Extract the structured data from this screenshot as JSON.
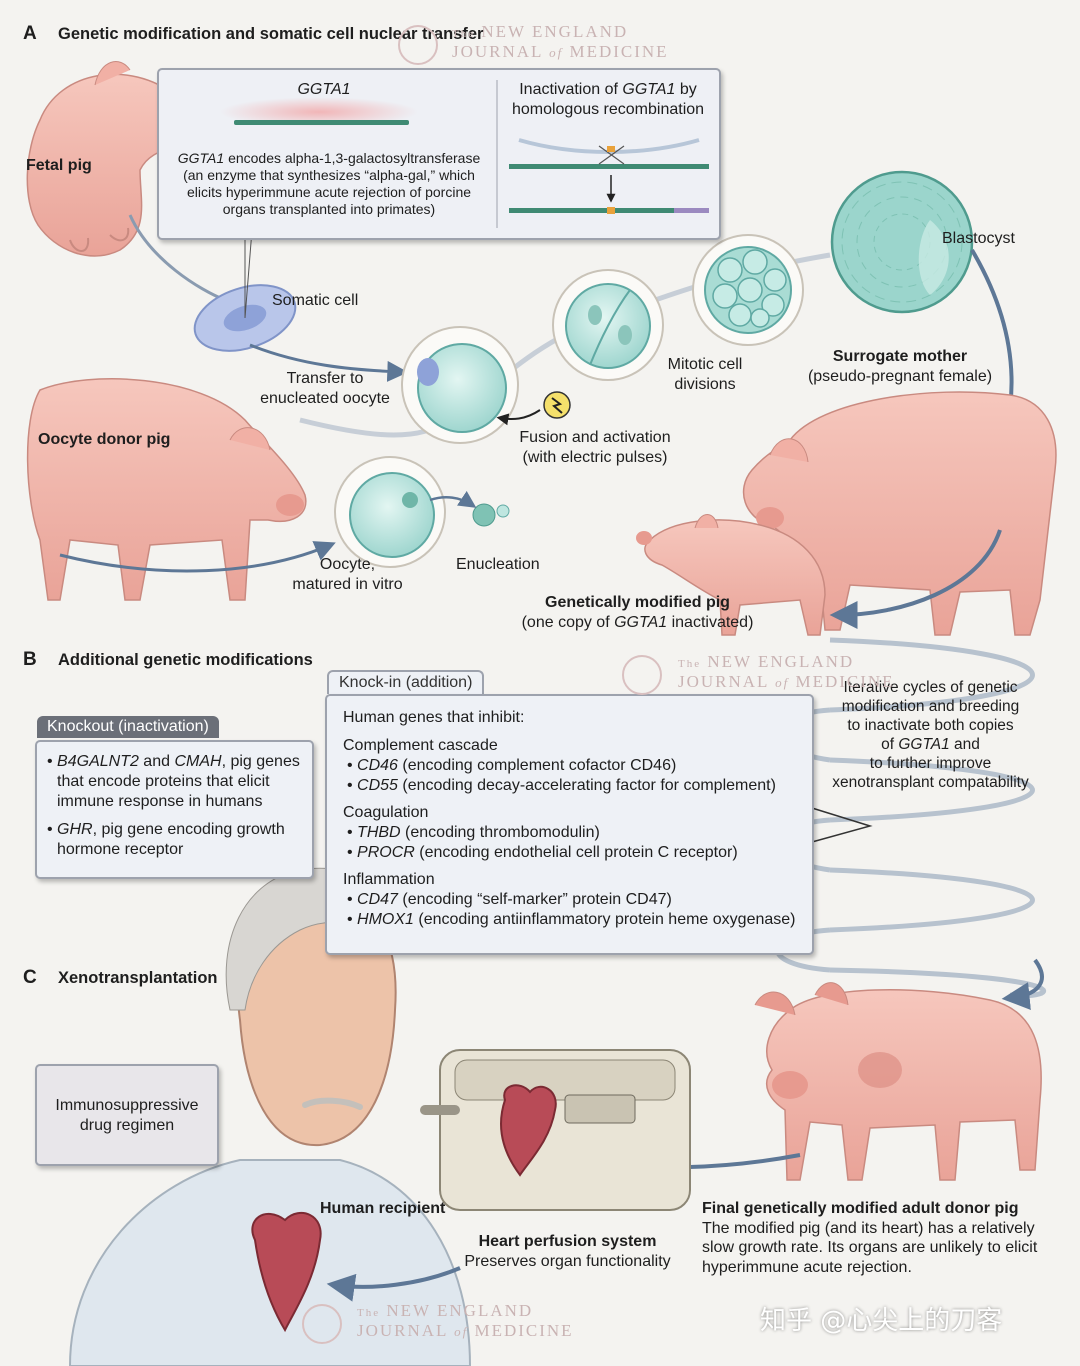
{
  "sections": {
    "a": {
      "letter": "A",
      "title": "Genetic modification and somatic cell nuclear transfer"
    },
    "b": {
      "letter": "B",
      "title": "Additional genetic modifications"
    },
    "c": {
      "letter": "C",
      "title": "Xenotransplantation"
    }
  },
  "panel_a": {
    "gene": "GGTA1",
    "desc_gene": "GGTA1",
    "desc_rest": " encodes alpha-1,3-galactosyltransferase",
    "desc_lines": [
      "(an enzyme that synthesizes “alpha-gal,” which",
      "elicits hyperimmune acute rejection of porcine",
      "organs transplanted into primates)"
    ],
    "inact_1a": "Inactivation of ",
    "inact_1b": "GGTA1",
    "inact_1c": " by",
    "inact_2": "homologous recombination"
  },
  "labels": {
    "fetal_pig": "Fetal pig",
    "somatic_cell": "Somatic cell",
    "transfer": [
      "Transfer to",
      "enucleated oocyte"
    ],
    "oocyte_donor": "Oocyte donor pig",
    "fusion": [
      "Fusion and activation",
      "(with electric pulses)"
    ],
    "oocyte": [
      "Oocyte,",
      "matured in vitro"
    ],
    "enucleation": "Enucleation",
    "mitotic": [
      "Mitotic cell",
      "divisions"
    ],
    "blastocyst": "Blastocyst",
    "surrogate_title": "Surrogate mother",
    "surrogate_sub": "(pseudo-pregnant female)",
    "gm_pig_title": "Genetically modified pig",
    "gm_pig_sub_a": "(one copy of ",
    "gm_pig_sub_b": "GGTA1",
    "gm_pig_sub_c": " inactivated)",
    "iterative": [
      "Iterative cycles of genetic",
      "modification and breeding",
      "to inactivate both copies"
    ],
    "iterative_4a": "of ",
    "iterative_4b": "GGTA1",
    "iterative_4c": " and",
    "iterative_rest": [
      "to further improve",
      "xenotransplant compatability"
    ]
  },
  "knockout": {
    "tab": "Knockout (inactivation)",
    "item1": {
      "g1": "B4GALNT2",
      "mid": " and ",
      "g2": "CMAH",
      "rest": ", pig genes",
      "more": [
        "that encode proteins that elicit",
        "immune response in humans"
      ]
    },
    "item2": {
      "g": "GHR",
      "rest": ", pig gene encoding growth",
      "more": [
        "hormone receptor"
      ]
    }
  },
  "knockin": {
    "tab": "Knock-in (addition)",
    "intro": "Human genes that inhibit:",
    "groups": [
      {
        "name": "Complement cascade",
        "items": [
          {
            "gene": "CD46",
            "desc": " (encoding complement cofactor CD46)"
          },
          {
            "gene": "CD55",
            "desc": " (encoding decay-accelerating factor for complement)"
          }
        ]
      },
      {
        "name": "Coagulation",
        "items": [
          {
            "gene": "THBD",
            "desc": " (encoding thrombomodulin)"
          },
          {
            "gene": "PROCR",
            "desc": " (encoding endothelial cell protein C receptor)"
          }
        ]
      },
      {
        "name": "Inflammation",
        "items": [
          {
            "gene": "CD47",
            "desc": " (encoding “self-marker” protein CD47)"
          },
          {
            "gene": "HMOX1",
            "desc": " (encoding antiinflammatory protein heme oxygenase)"
          }
        ]
      }
    ]
  },
  "panel_c": {
    "immuno": [
      "Immunosuppressive",
      "drug regimen"
    ],
    "human_recipient": "Human recipient",
    "perfusion_title": "Heart perfusion system",
    "perfusion_sub": "Preserves organ functionality",
    "donor_title": "Final genetically modified adult donor pig",
    "donor_desc": [
      "The modified pig (and its heart) has a relatively",
      "slow growth rate. Its organs are unlikely to elicit",
      "hyperimmune acute rejection."
    ]
  },
  "watermarks": {
    "nejm_small": "The",
    "nejm_line1": "NEW ENGLAND",
    "nejm_line2a": "JOURNAL",
    "nejm_of": "of",
    "nejm_line2b": "MEDICINE",
    "zhihu": "知乎 @心尖上的刀客"
  },
  "colors": {
    "pig": "#f2b7ad",
    "pig_shade": "#dd8e84",
    "cell": "#bfe6e0",
    "cell_edge": "#5fa9a3",
    "arrow": "#5d7796",
    "panel_bg": "#eef1f6",
    "tab_bg": "#6b6f78"
  }
}
